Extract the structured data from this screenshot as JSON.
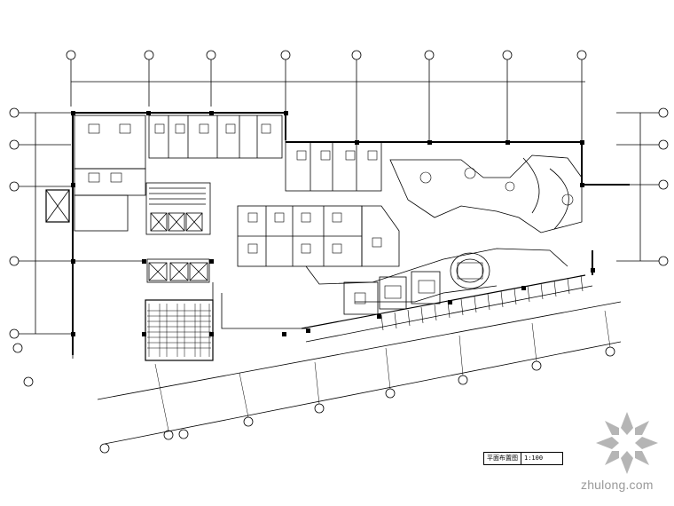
{
  "drawing": {
    "title_label": "平面布置图",
    "scale_label": "1:100"
  },
  "watermark": {
    "site": "zhulong.com"
  },
  "colors": {
    "line": "#000000",
    "watermark": "#9a9a9a"
  }
}
